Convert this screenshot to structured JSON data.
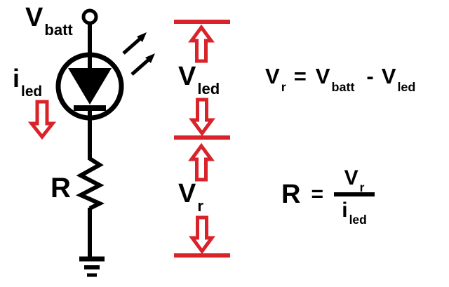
{
  "colors": {
    "accent_red": "#d8232a",
    "ink_black": "#000000",
    "background": "#ffffff"
  },
  "circuit": {
    "battery_label_main": "V",
    "battery_label_sub": "batt",
    "current_label_main": "i",
    "current_label_sub": "led",
    "resistor_label": "R"
  },
  "voltage_annotations": {
    "led_voltage_main": "V",
    "led_voltage_sub": "led",
    "resistor_voltage_main": "V",
    "resistor_voltage_sub": "r"
  },
  "equations": {
    "voltage": {
      "lhs_main": "V",
      "lhs_sub": "r",
      "equals_sign": "=",
      "term1_main": "V",
      "term1_sub": "batt",
      "minus_sign": "-",
      "term2_main": "V",
      "term2_sub": "led"
    },
    "resistance": {
      "lhs": "R",
      "equals_sign": "=",
      "numerator_main": "V",
      "numerator_sub": "r",
      "denominator_main": "i",
      "denominator_sub": "led"
    }
  }
}
